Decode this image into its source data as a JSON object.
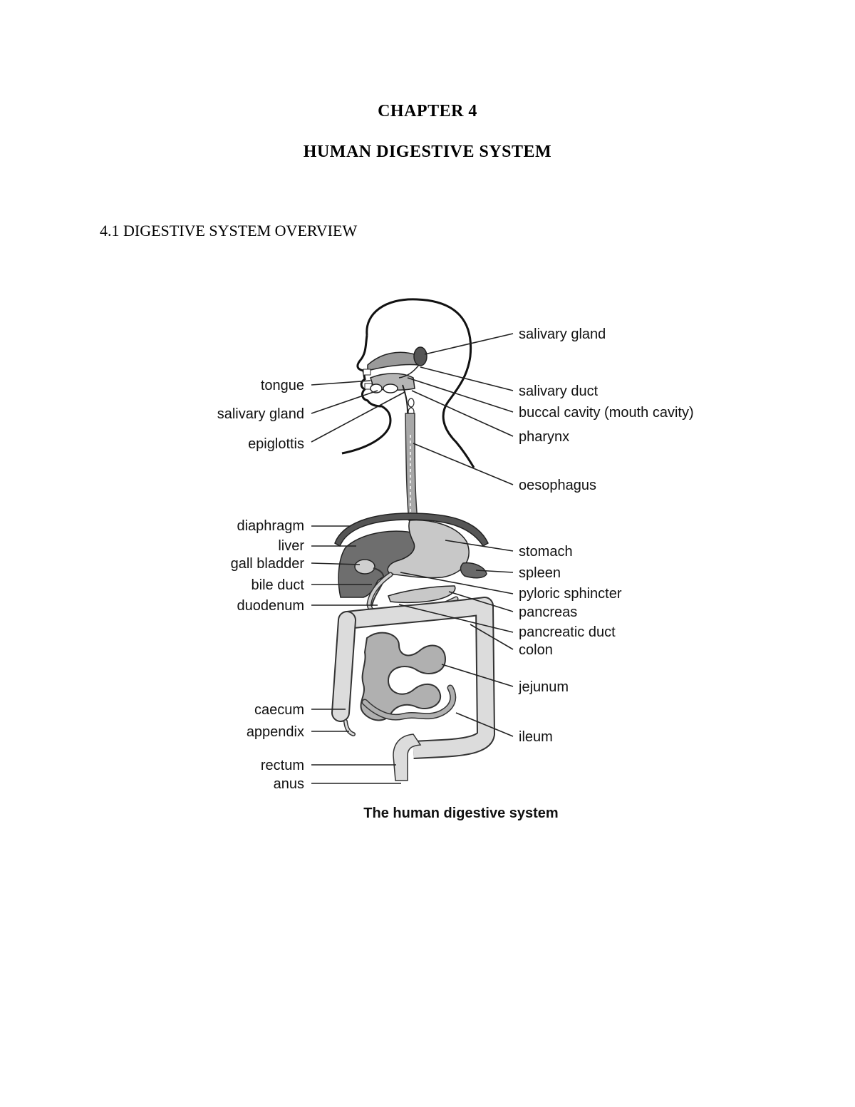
{
  "document": {
    "chapter": "CHAPTER 4",
    "title": "HUMAN DIGESTIVE SYSTEM",
    "section_heading": "4.1 DIGESTIVE SYSTEM OVERVIEW"
  },
  "figure": {
    "caption": "The human digestive system",
    "labels_left": {
      "tongue": "tongue",
      "salivary_gland": "salivary gland",
      "epiglottis": "epiglottis",
      "diaphragm": "diaphragm",
      "liver": "liver",
      "gall_bladder": "gall bladder",
      "bile_duct": "bile duct",
      "duodenum": "duodenum",
      "caecum": "caecum",
      "appendix": "appendix",
      "rectum": "rectum",
      "anus": "anus"
    },
    "labels_right": {
      "salivary_gland": "salivary gland",
      "salivary_duct": "salivary duct",
      "buccal_cavity": "buccal cavity (mouth cavity)",
      "pharynx": "pharynx",
      "oesophagus": "oesophagus",
      "stomach": "stomach",
      "spleen": "spleen",
      "pyloric_sphincter": "pyloric sphincter",
      "pancreas": "pancreas",
      "pancreatic_duct": "pancreatic duct",
      "colon": "colon",
      "jejunum": "jejunum",
      "ileum": "ileum"
    }
  }
}
